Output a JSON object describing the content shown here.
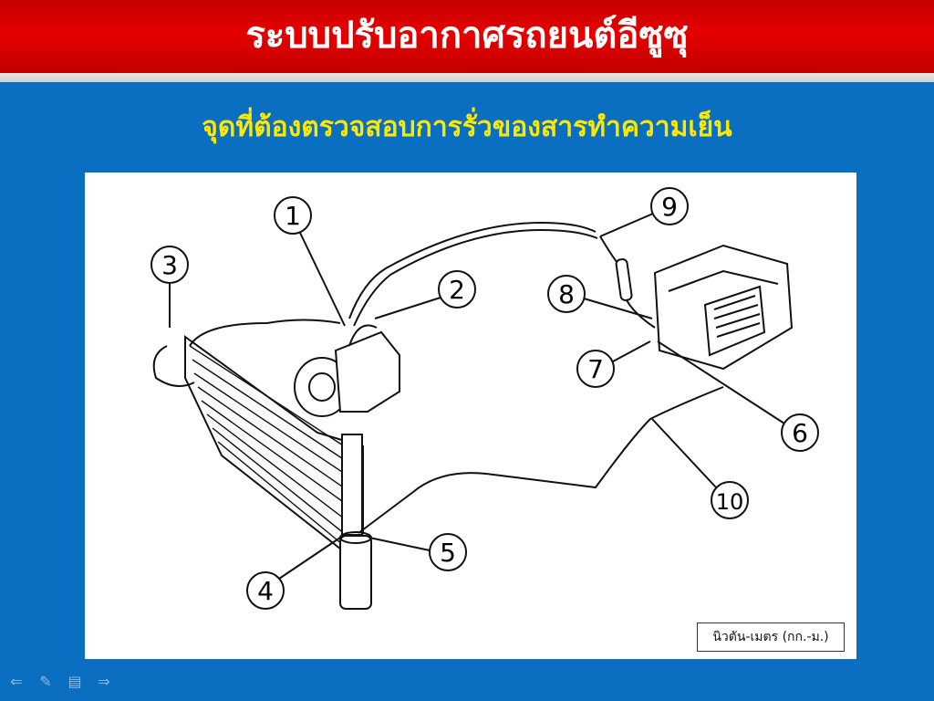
{
  "slide": {
    "title": "ระบบปรับอากาศรถยนต์อีซูซุ",
    "subtitle": "จุดที่ต้องตรวจสอบการรั่วของสารทำความเย็น"
  },
  "diagram": {
    "callouts": [
      "1",
      "2",
      "3",
      "4",
      "5",
      "6",
      "7",
      "8",
      "9",
      "10"
    ],
    "unit_label": "นิวตัน-เมตร (กก.-ม.)"
  },
  "nav": {
    "icons": [
      "arrow-left-icon",
      "pen-icon",
      "menu-icon",
      "arrow-right-icon"
    ]
  },
  "colors": {
    "background": "#0a6fc0",
    "title_bar": "#d40000",
    "title_text": "#ffffff",
    "subtitle_text": "#ffe800"
  }
}
